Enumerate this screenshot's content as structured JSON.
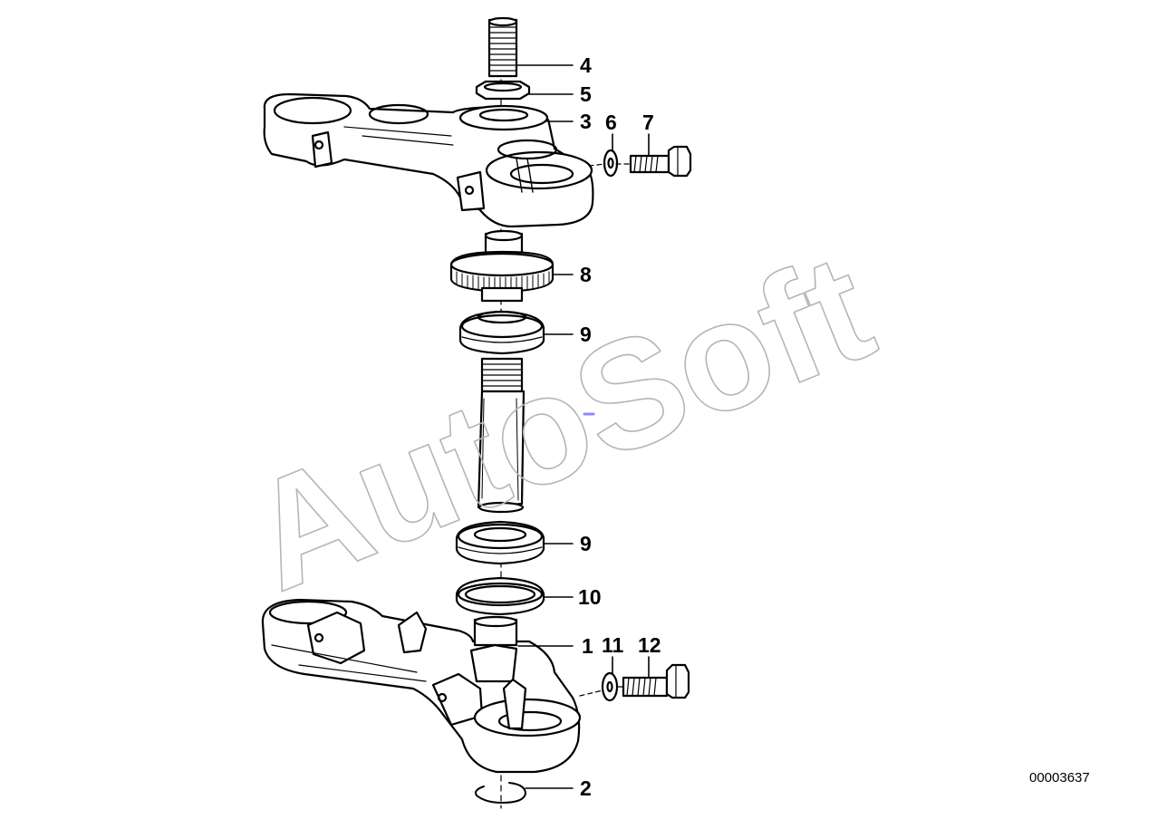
{
  "diagram": {
    "watermark": "AutoSoft",
    "document_number": "00003637",
    "callouts": {
      "c4": "4",
      "c5": "5",
      "c3": "3",
      "c6": "6",
      "c7": "7",
      "c8": "8",
      "c9a": "9",
      "c9b": "9",
      "c10": "10",
      "c1": "1",
      "c11": "11",
      "c12": "12",
      "c2": "2"
    }
  }
}
